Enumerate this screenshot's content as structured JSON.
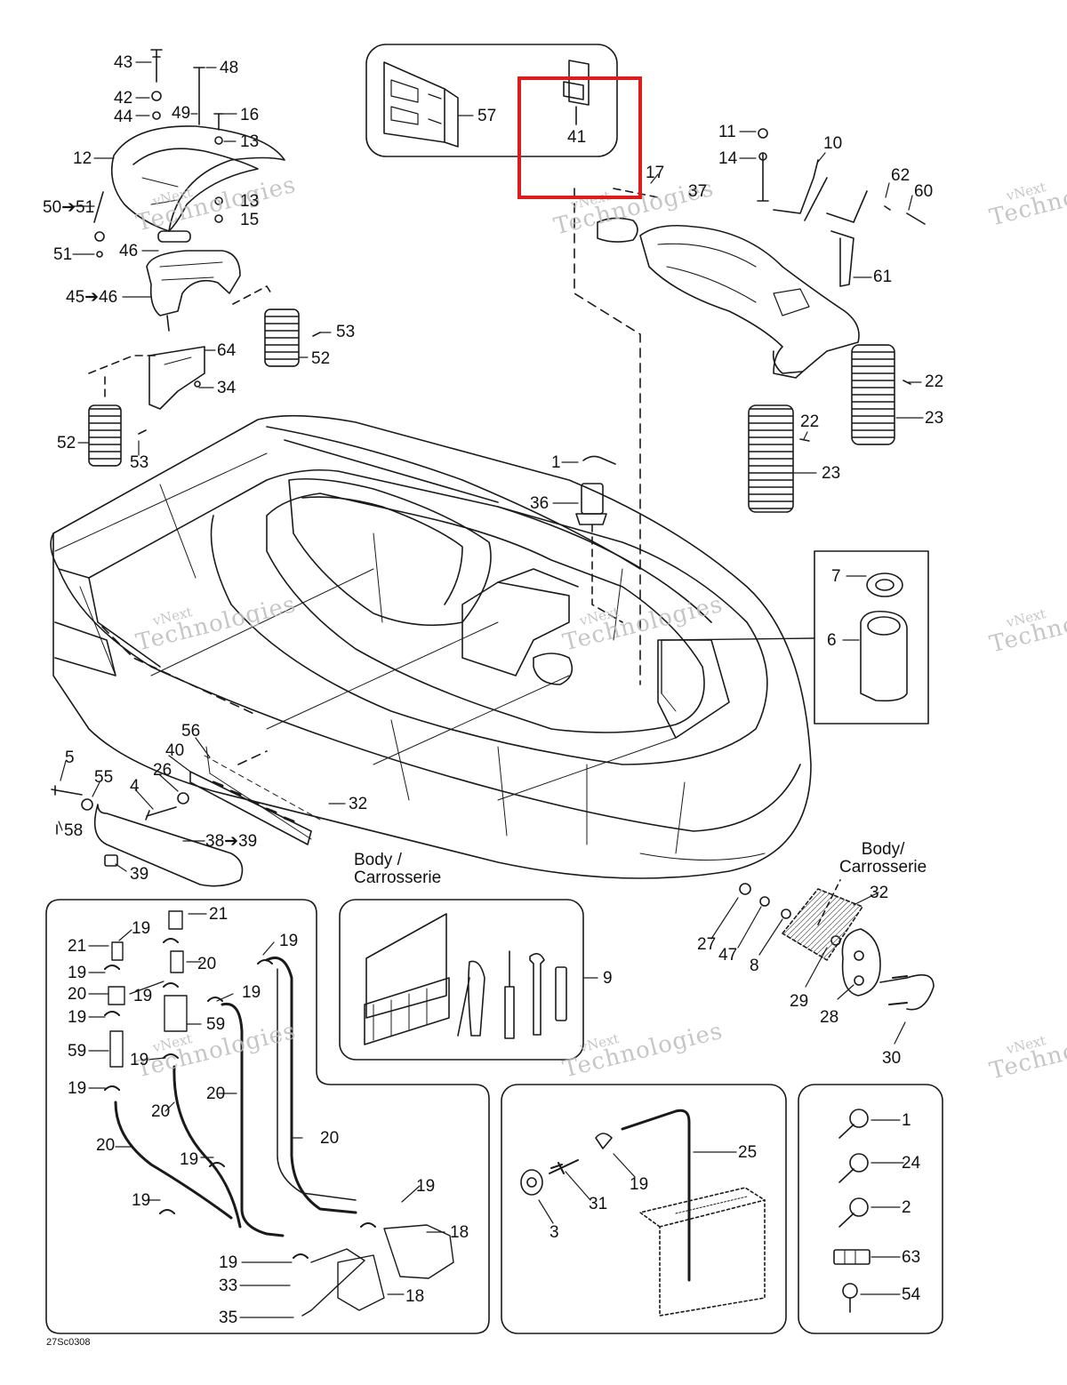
{
  "diagram": {
    "drawing_code": "27Sc0308",
    "body_label": "Body /\nCarrosserie",
    "body_label_2": "Body/\nCarrosserie",
    "highlight_color": "#dd1c1c",
    "watermark": {
      "line1": "vNext",
      "line2": "Technologies"
    },
    "callouts": {
      "c43": "43",
      "c48": "48",
      "c42": "42",
      "c44": "44",
      "c49": "49",
      "c16": "16",
      "c13": "13",
      "c12": "12",
      "c13b": "13",
      "c15": "15",
      "c50_51": "50➔51",
      "c46": "46",
      "c51": "51",
      "c45_46": "45➔46",
      "c53a": "53",
      "c52a": "52",
      "c64": "64",
      "c34": "34",
      "c52b": "52",
      "c53b": "53",
      "c57": "57",
      "c41": "41",
      "c11": "11",
      "c10": "10",
      "c14": "14",
      "c17": "17",
      "c37": "37",
      "c62": "62",
      "c60": "60",
      "c61": "61",
      "c22a": "22",
      "c23a": "23",
      "c22b": "22",
      "c23b": "23",
      "c1": "1",
      "c36": "36",
      "c7": "7",
      "c6": "6",
      "c56": "56",
      "c5": "5",
      "c40": "40",
      "c55": "55",
      "c26": "26",
      "c4": "4",
      "c32a": "32",
      "c58": "58",
      "c38_39": "38➔39",
      "c39": "39",
      "c32b": "32",
      "c27": "27",
      "c47": "47",
      "c8": "8",
      "c29": "29",
      "c28": "28",
      "c30": "30",
      "h21a": "21",
      "h21b": "21",
      "h19a": "19",
      "h19b": "19",
      "h20a": "20",
      "h19c": "19",
      "h19d": "19",
      "h20b": "20",
      "h19e": "19",
      "h19f": "19",
      "h59a": "59",
      "h19g": "19",
      "h59b": "59",
      "h19h": "19",
      "h20c": "20",
      "h20d": "20",
      "h20e": "20",
      "h20f": "20",
      "h19i": "19",
      "h19j": "19",
      "h19k": "19",
      "h18a": "18",
      "h19l": "19",
      "h33": "33",
      "h18b": "18",
      "h35": "35",
      "t9": "9",
      "b25": "25",
      "b19": "19",
      "b31": "31",
      "b3": "3",
      "k1": "1",
      "k24": "24",
      "k2": "2",
      "k63": "63",
      "k54": "54"
    }
  }
}
